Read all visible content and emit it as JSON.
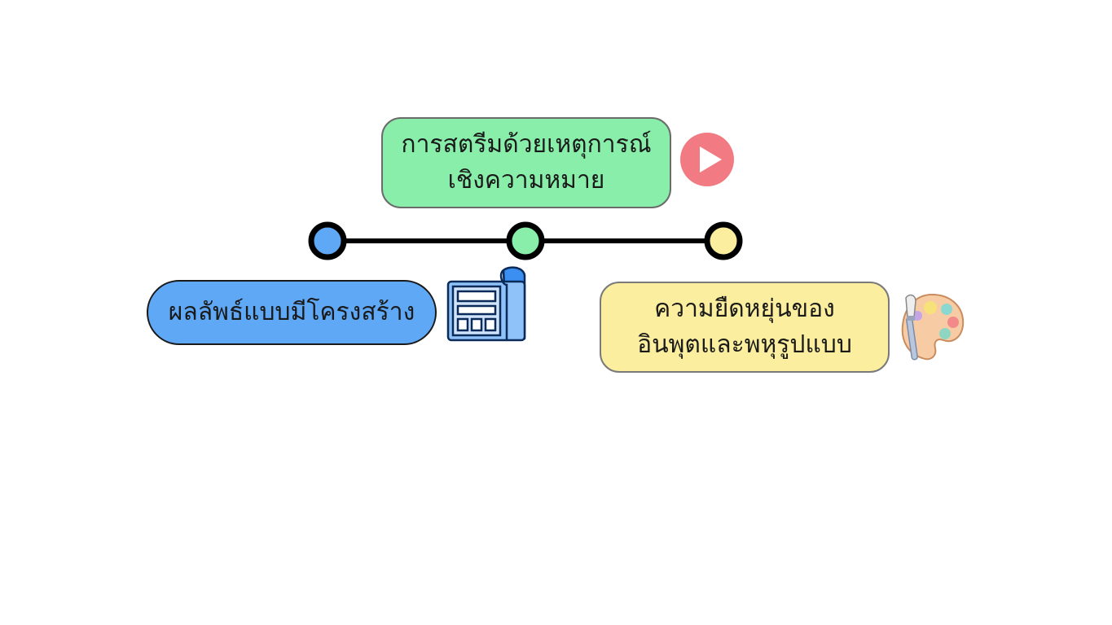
{
  "nodes": [
    {
      "id": "green",
      "label": "การสตรีมด้วยเหตุการณ์\nเชิงความหมาย",
      "color": "#88eeaa",
      "icon": "play-icon"
    },
    {
      "id": "blue",
      "label": "ผลลัพธ์แบบมีโครงสร้าง",
      "color": "#5ea8f6",
      "icon": "blueprint-icon"
    },
    {
      "id": "yellow",
      "label": "ความยืดหยุ่นของ\nอินพุตและพหุรูปแบบ",
      "color": "#fbee9e",
      "icon": "palette-icon"
    }
  ],
  "timeline": {
    "dot_colors": [
      "#5ea8f6",
      "#88eeaa",
      "#fbee9e"
    ],
    "line_color": "#000000"
  },
  "icons": {
    "play": {
      "name": "play-icon",
      "color": "#f27a82"
    },
    "blueprint": {
      "name": "blueprint-icon",
      "color": "#3b8ff0"
    },
    "palette": {
      "name": "palette-icon",
      "color": "#f5c49a"
    }
  }
}
